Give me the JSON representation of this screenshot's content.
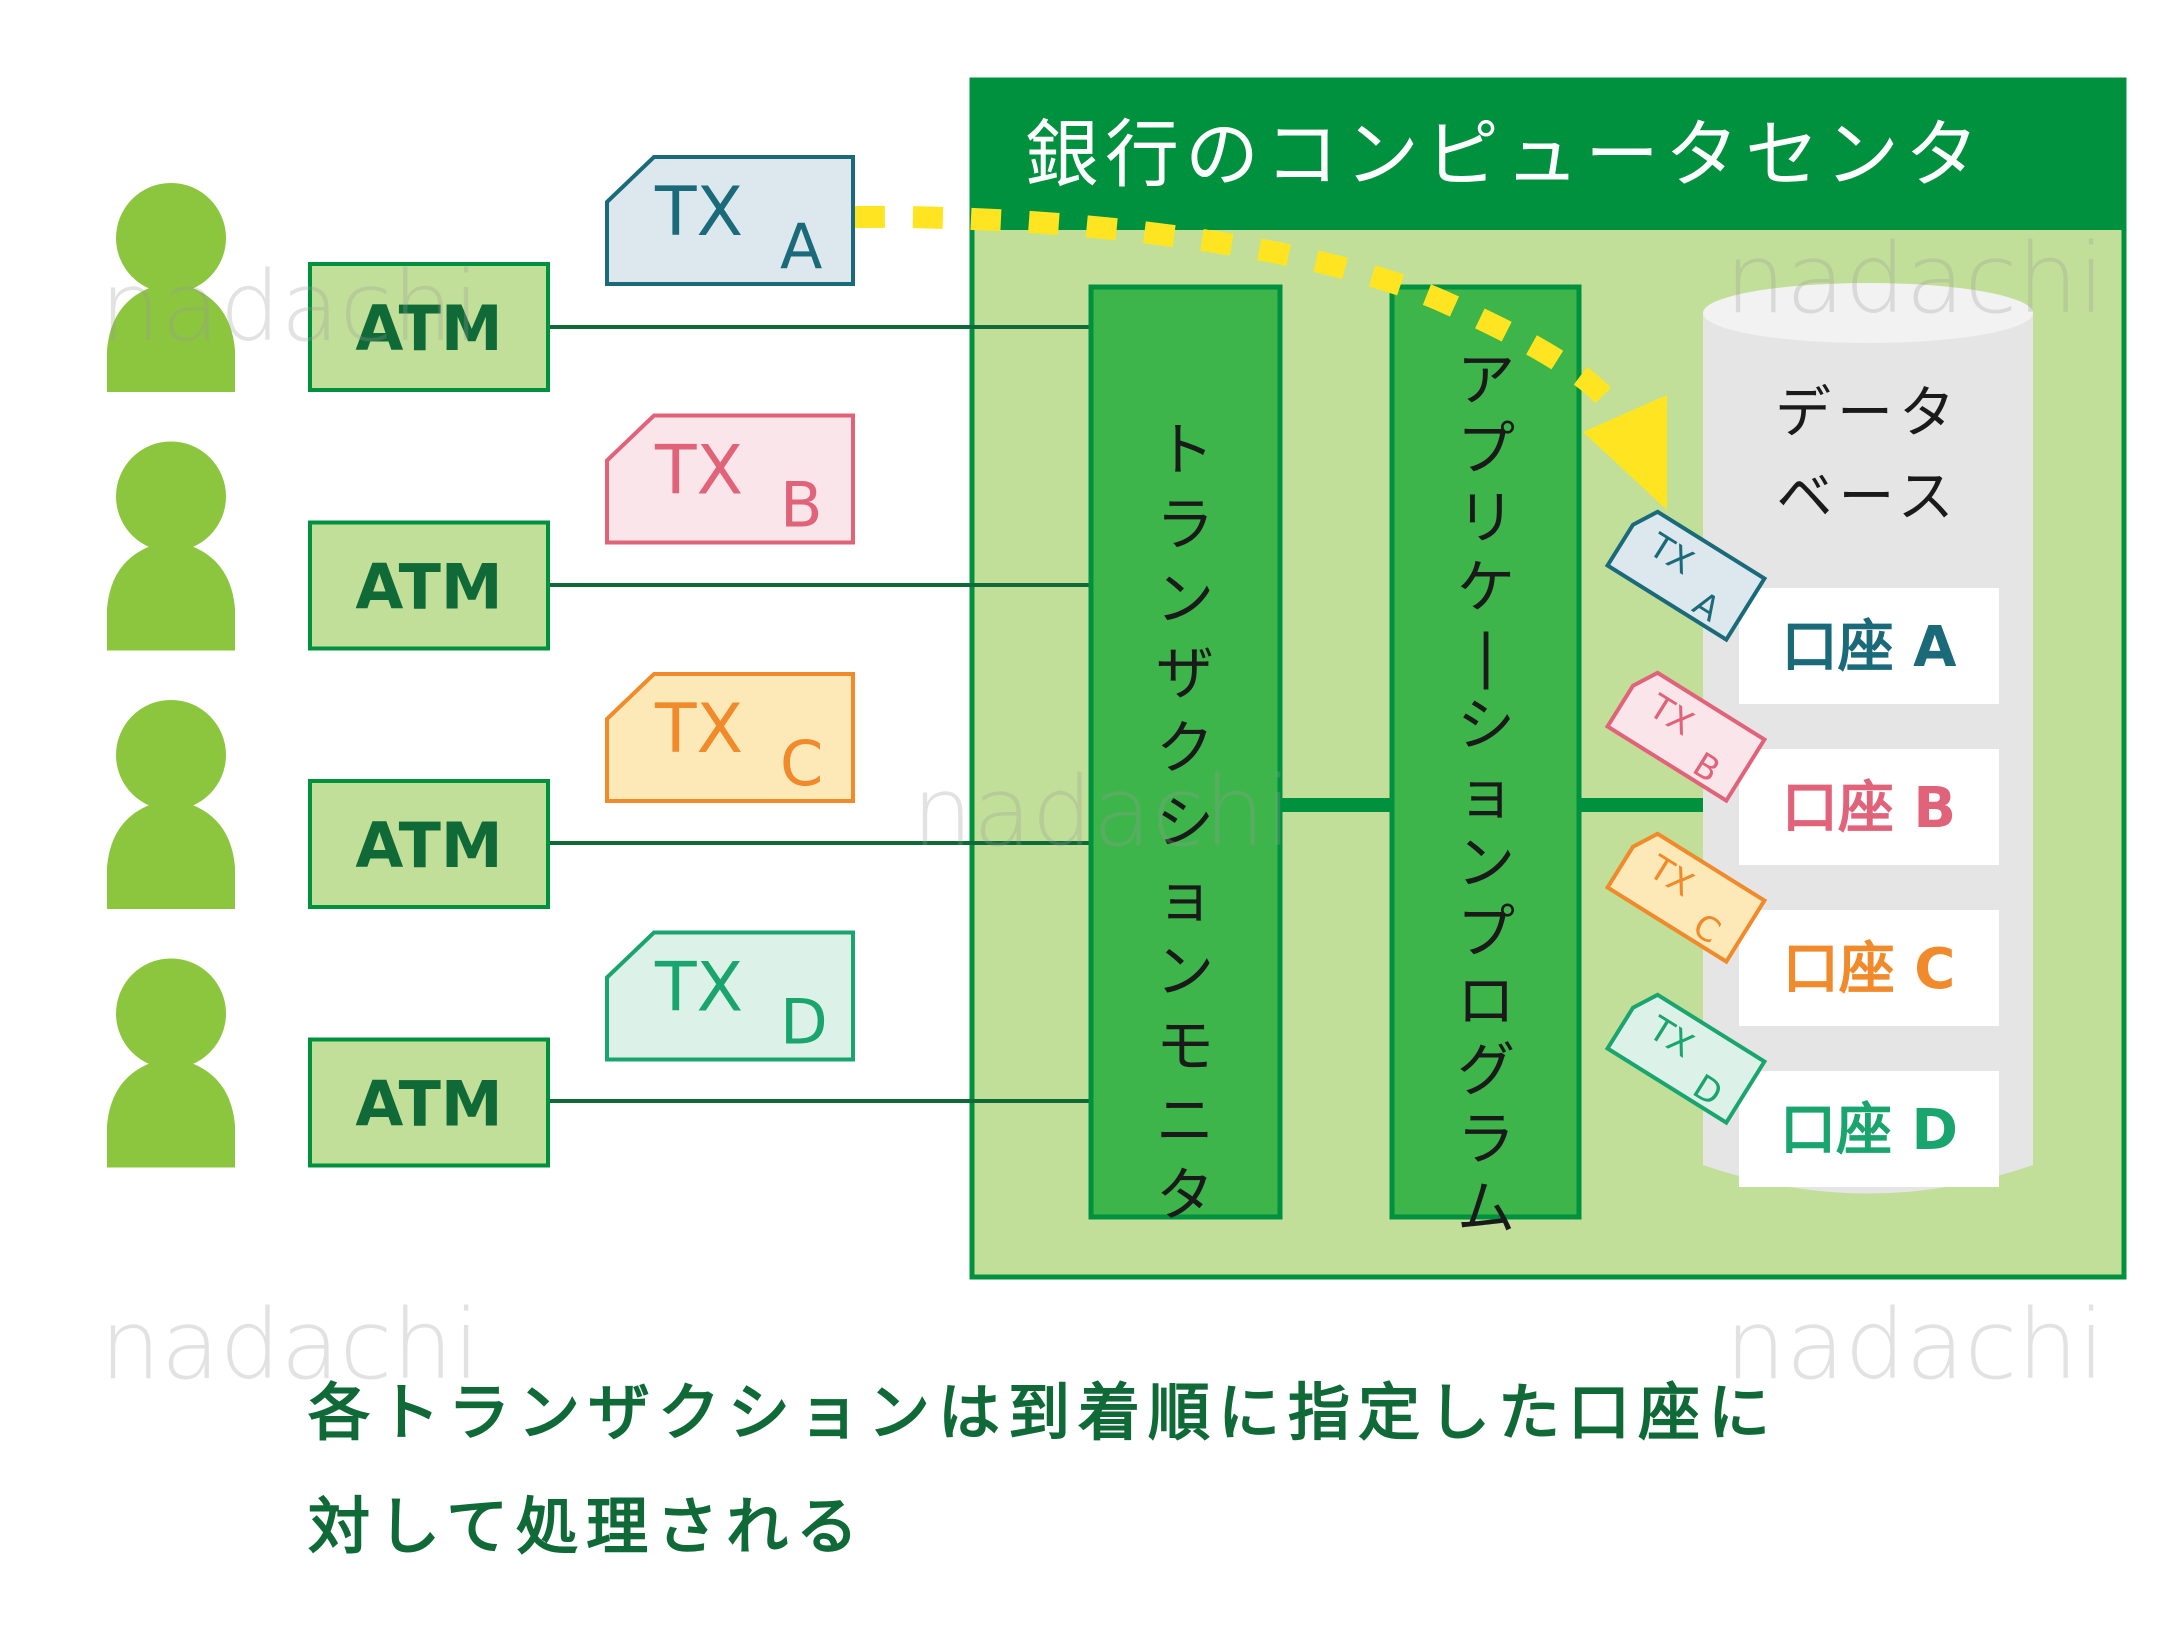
{
  "title": "銀行のコンピュータセンタ",
  "watermark": "nadachi",
  "atm_label": "ATM",
  "users": [
    {
      "atm": "ATM",
      "tx_main": "TX",
      "tx_id": "A"
    },
    {
      "atm": "ATM",
      "tx_main": "TX",
      "tx_id": "B"
    },
    {
      "atm": "ATM",
      "tx_main": "TX",
      "tx_id": "C"
    },
    {
      "atm": "ATM",
      "tx_main": "TX",
      "tx_id": "D"
    }
  ],
  "transaction_monitor": "トランザクションモニタ",
  "application_program": "アプリケーションプログラム",
  "database": {
    "line1": "データ",
    "line2": "ベース"
  },
  "accounts": [
    {
      "label": "口座 A",
      "tag_main": "TX",
      "tag_id": "A"
    },
    {
      "label": "口座 B",
      "tag_main": "TX",
      "tag_id": "B"
    },
    {
      "label": "口座 C",
      "tag_main": "TX",
      "tag_id": "C"
    },
    {
      "label": "口座 D",
      "tag_main": "TX",
      "tag_id": "D"
    }
  ],
  "caption": {
    "line1": "各トランザクションは到着順に指定した口座に",
    "line2": "対して処理される"
  },
  "colors": {
    "dark_green": "#00913f",
    "mid_green": "#3db54a",
    "light_green": "#c1df98",
    "person_green": "#8cc63f",
    "line_green": "#0f6a38",
    "yellow": "#ffe521",
    "tx_a": "#1a6a7a",
    "tx_b": "#e0637a",
    "tx_c": "#f08a2a",
    "tx_d": "#1aa56e"
  }
}
